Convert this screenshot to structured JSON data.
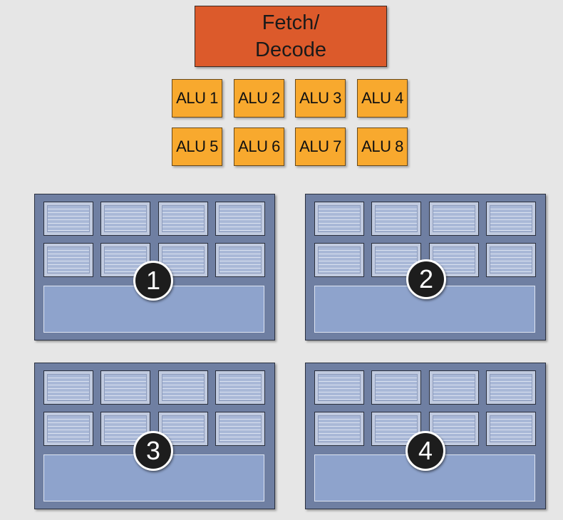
{
  "fetch_decode": {
    "label": "Fetch/ Decode"
  },
  "alus": [
    "ALU 1",
    "ALU 2",
    "ALU 3",
    "ALU 4",
    "ALU 5",
    "ALU 6",
    "ALU 7",
    "ALU 8"
  ],
  "contexts": [
    {
      "badge": "1"
    },
    {
      "badge": "2"
    },
    {
      "badge": "3"
    },
    {
      "badge": "4"
    }
  ],
  "colors": {
    "fetch_decode": "#dc5a2b",
    "alu": "#f8a92e",
    "context": "#6f7fa2",
    "register": "#c1cbe0",
    "shared_memory": "#8ea3cc",
    "background": "#e6e6e6"
  }
}
